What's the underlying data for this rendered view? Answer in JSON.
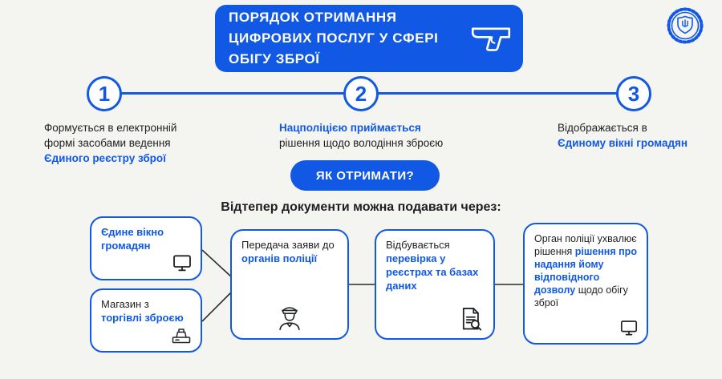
{
  "colors": {
    "accent": "#1159e4",
    "dark": "#1f1f22",
    "background": "#f4f4f1",
    "card_background": "#ffffff",
    "header_text": "#ffffff"
  },
  "header": {
    "line1": "ПОРЯДОК ОТРИМАННЯ",
    "line2": "ЦИФРОВИХ ПОСЛУГ У СФЕРІ",
    "line3": "ОБІГУ ЗБРОЇ"
  },
  "icons": {
    "header": "pistol-icon",
    "top_right": "police-badge-icon",
    "window_card": "monitor-icon",
    "shop_card": "cash-register-icon",
    "submit_card": "police-officer-icon",
    "check_card": "document-search-icon",
    "decision_card": "monitor-icon"
  },
  "steps": [
    {
      "number": "1",
      "l1": "Формується в електронній",
      "l2": "формі засобами ведення",
      "l3": "Єдиного реєстру зброї"
    },
    {
      "number": "2",
      "l1": "Нацполіцією приймається",
      "l2": "рішення щодо володіння зброєю"
    },
    {
      "number": "3",
      "l1": "Відображається в",
      "l2": "Єдиному вікні громадян"
    }
  ],
  "cta_label": "ЯК ОТРИМАТИ?",
  "subtitle": "Відтепер документи можна подавати через:",
  "flow": {
    "window_card": {
      "accent": "Єдине вікно громадян"
    },
    "shop_card": {
      "plain": "Магазин з",
      "accent": "торгівлі зброєю"
    },
    "submit_card": {
      "plain": "Передача заяви до",
      "accent": "органів поліції"
    },
    "check_card": {
      "plain": "Відбувається",
      "accent": "перевірка у реєстрах та базах даних"
    },
    "decision_card": {
      "plain_before": "Орган поліції ухвалює рішення",
      "accent": "рішення про надання йому відповідного дозволу",
      "plain_after": "щодо обігу зброї"
    }
  }
}
